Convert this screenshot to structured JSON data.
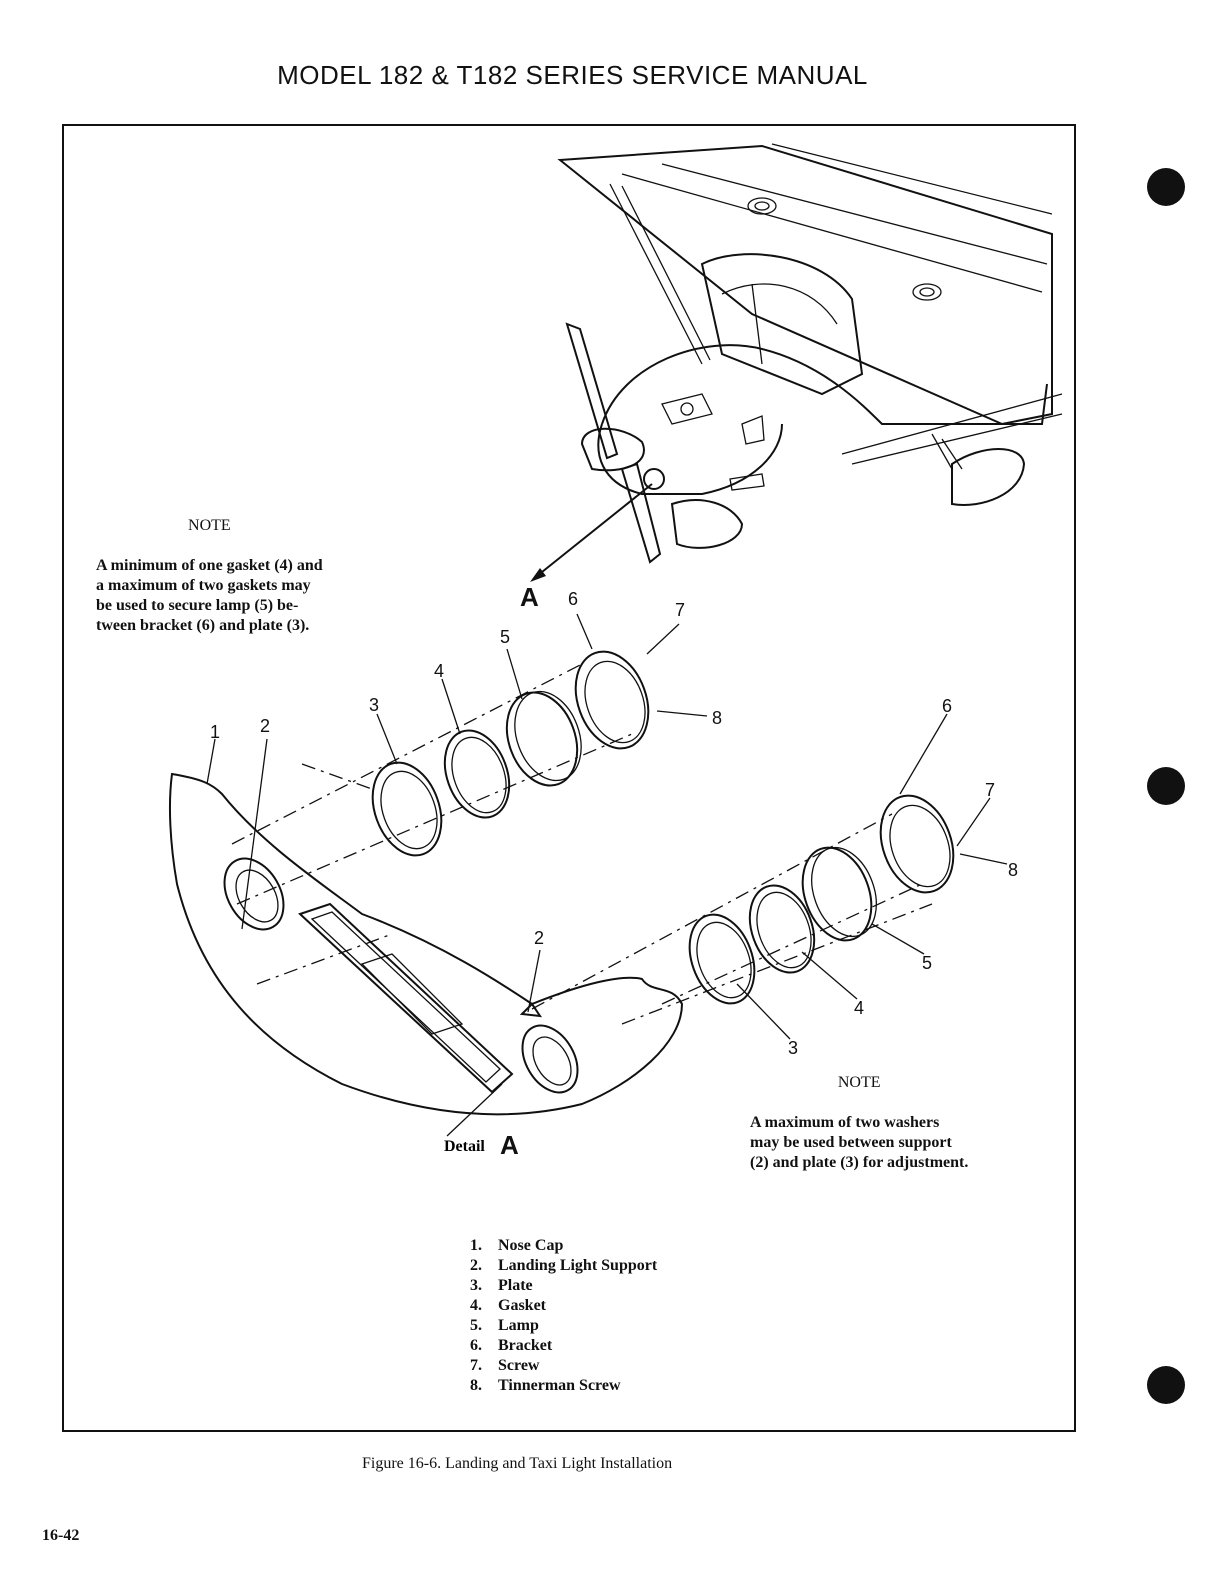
{
  "header": {
    "title": "MODEL 182 & T182 SERIES SERVICE MANUAL"
  },
  "notes": [
    {
      "title": "NOTE",
      "lines": [
        "A minimum of one gasket (4) and",
        "a maximum of two gaskets may",
        "be used to secure lamp (5) be-",
        "tween bracket (6) and plate (3)."
      ]
    },
    {
      "title": "NOTE",
      "lines": [
        "A maximum of two washers",
        "may be used between support",
        "(2) and plate (3) for adjustment."
      ]
    }
  ],
  "callouts": {
    "n1": "1",
    "n2a": "2",
    "n2b": "2",
    "n3a": "3",
    "n3b": "3",
    "n4a": "4",
    "n4b": "4",
    "n5a": "5",
    "n5b": "5",
    "n6a": "6",
    "n6b": "6",
    "n7a": "7",
    "n7b": "7",
    "n8a": "8",
    "n8b": "8",
    "view_A": "A",
    "detail_word": "Detail",
    "detail_A": "A"
  },
  "legend": [
    {
      "num": "1.",
      "label": "Nose Cap"
    },
    {
      "num": "2.",
      "label": "Landing Light Support"
    },
    {
      "num": "3.",
      "label": "Plate"
    },
    {
      "num": "4.",
      "label": "Gasket"
    },
    {
      "num": "5.",
      "label": "Lamp"
    },
    {
      "num": "6.",
      "label": "Bracket"
    },
    {
      "num": "7.",
      "label": "Screw"
    },
    {
      "num": "8.",
      "label": "Tinnerman Screw"
    }
  ],
  "caption": "Figure 16-6.  Landing and Taxi Light Installation",
  "page_number": "16-42"
}
